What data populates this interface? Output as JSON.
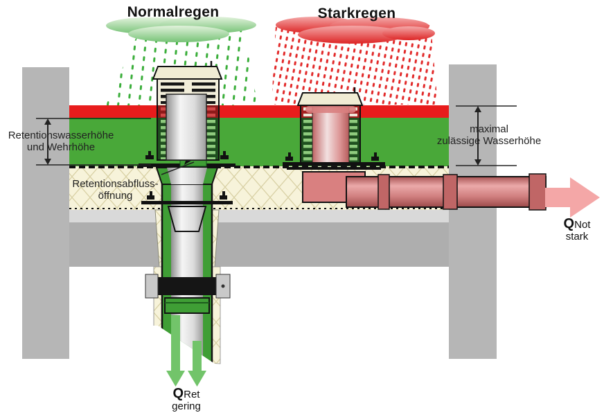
{
  "diagram": {
    "scenario_normal": {
      "title": "Normalregen",
      "cloud_color": "#76c276",
      "rain_color": "#3aae3a"
    },
    "scenario_heavy": {
      "title": "Starkregen",
      "cloud_color": "#dd2525",
      "rain_color": "#e22a2a"
    },
    "annotations": {
      "retention_height": {
        "line1": "Retentionswasserhöhe",
        "line2": "und Wehrhöhe"
      },
      "retention_outlet": {
        "line1": "Retentionsabfluss-",
        "line2": "öffnung"
      },
      "max_water_height": {
        "line1": "maximal",
        "line2": "zulässige Wasserhöhe"
      },
      "flow_retention": {
        "symbol": "Q",
        "index": "Ret",
        "qualifier": "gering"
      },
      "flow_emergency": {
        "symbol": "Q",
        "index": "Not",
        "qualifier": "stark"
      }
    },
    "colors": {
      "retention_water": "#49a839",
      "max_water_level_band": "#e81c1c",
      "retention_outflow_arrows": "#72c46a",
      "emergency_outflow_arrow": "#f4a7a7",
      "emergency_pipe": "#d47f7f",
      "structure_concrete": "#b6b6b6",
      "insulation": "#f7f3da",
      "drain_cap": "#f2eeda"
    }
  }
}
